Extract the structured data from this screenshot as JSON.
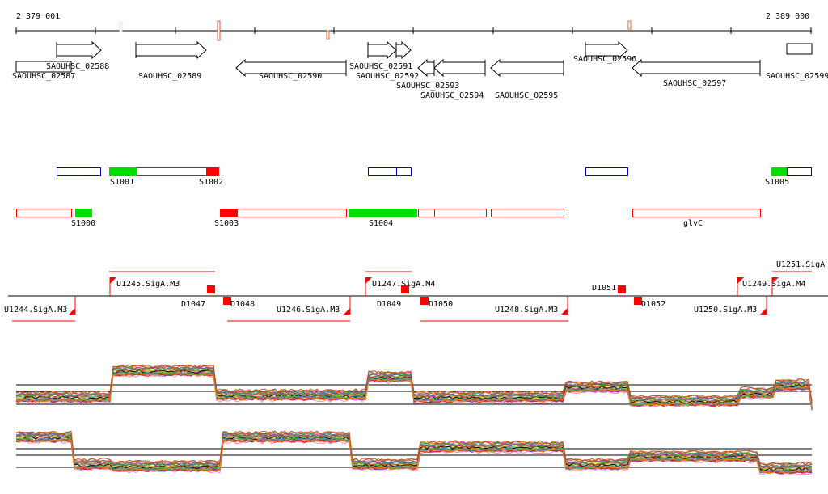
{
  "ruler": {
    "start": "2 379 001",
    "end": "2 389 000"
  },
  "genes": [
    "SAOUHSC_02587",
    "SAOUHSC_02588",
    "SAOUHSC_02589",
    "SAOUHSC_02590",
    "SAOUHSC_02591",
    "SAOUHSC_02592",
    "SAOUHSC_02593",
    "SAOUHSC_02594",
    "SAOUHSC_02595",
    "SAOUHSC_02596",
    "SAOUHSC_02597",
    "SAOUHSC_02599"
  ],
  "segments_plus": [
    "S1001",
    "S1002",
    "S1005"
  ],
  "segments_minus": [
    "S1000",
    "S1003",
    "S1004",
    "glvC"
  ],
  "features": [
    "U1244.SigA.M3",
    "U1245.SigA.M3",
    "D1047",
    "D1048",
    "U1246.SigA.M3",
    "U1247.SigA.M4",
    "D1049",
    "D1050",
    "U1248.SigA.M3",
    "D1051",
    "D1052",
    "U1249.SigA.M4",
    "U1250.SigA.M3",
    "U1251.SigA"
  ],
  "colors": {
    "forward": "#0000cc",
    "reverse": "#ff0000",
    "segment": "#00dd00",
    "feature": "#ff0000"
  }
}
